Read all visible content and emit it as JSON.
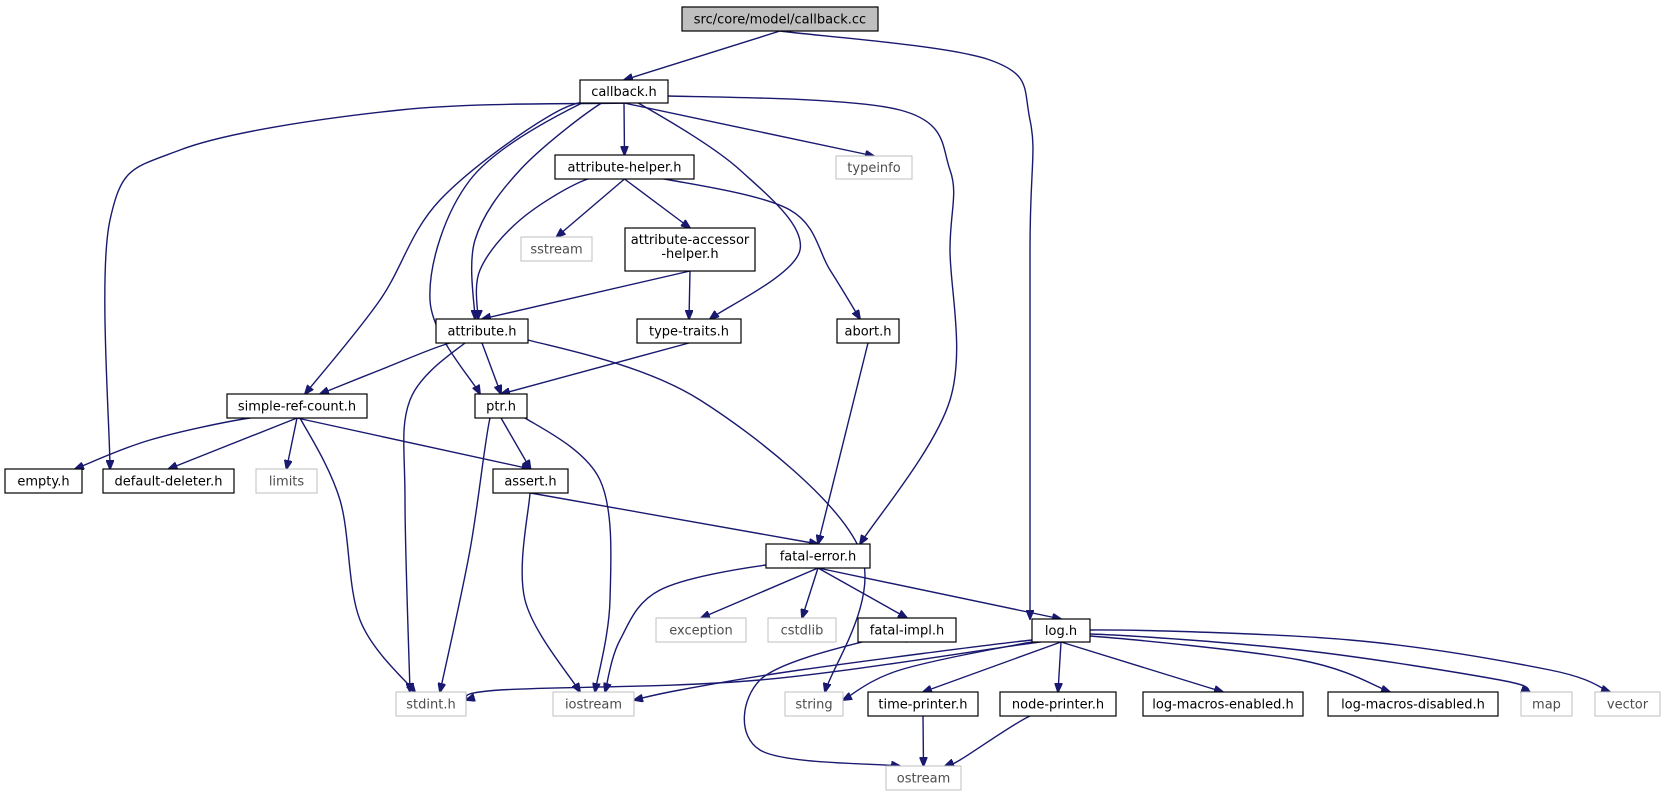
{
  "diagram": {
    "nodes": [
      {
        "id": "callback_cc",
        "label": "src/core/model/callback.cc",
        "kind": "root"
      },
      {
        "id": "callback_h",
        "label": "callback.h",
        "kind": "header"
      },
      {
        "id": "log_h",
        "label": "log.h",
        "kind": "header"
      },
      {
        "id": "attribute_helper_h",
        "label": "attribute-helper.h",
        "kind": "header"
      },
      {
        "id": "typeinfo",
        "label": "typeinfo",
        "kind": "system"
      },
      {
        "id": "sstream",
        "label": "sstream",
        "kind": "system"
      },
      {
        "id": "attribute_accessor_helper_h",
        "label": "attribute-accessor\n-helper.h",
        "kind": "header"
      },
      {
        "id": "attribute_h",
        "label": "attribute.h",
        "kind": "header"
      },
      {
        "id": "type_traits_h",
        "label": "type-traits.h",
        "kind": "header"
      },
      {
        "id": "abort_h",
        "label": "abort.h",
        "kind": "header"
      },
      {
        "id": "simple_ref_count_h",
        "label": "simple-ref-count.h",
        "kind": "header"
      },
      {
        "id": "ptr_h",
        "label": "ptr.h",
        "kind": "header"
      },
      {
        "id": "empty_h",
        "label": "empty.h",
        "kind": "header"
      },
      {
        "id": "default_deleter_h",
        "label": "default-deleter.h",
        "kind": "header"
      },
      {
        "id": "limits",
        "label": "limits",
        "kind": "system"
      },
      {
        "id": "assert_h",
        "label": "assert.h",
        "kind": "header"
      },
      {
        "id": "fatal_error_h",
        "label": "fatal-error.h",
        "kind": "header"
      },
      {
        "id": "exception",
        "label": "exception",
        "kind": "system"
      },
      {
        "id": "cstdlib",
        "label": "cstdlib",
        "kind": "system"
      },
      {
        "id": "fatal_impl_h",
        "label": "fatal-impl.h",
        "kind": "header"
      },
      {
        "id": "stdint_h",
        "label": "stdint.h",
        "kind": "system"
      },
      {
        "id": "iostream",
        "label": "iostream",
        "kind": "system"
      },
      {
        "id": "string",
        "label": "string",
        "kind": "system"
      },
      {
        "id": "time_printer_h",
        "label": "time-printer.h",
        "kind": "header"
      },
      {
        "id": "node_printer_h",
        "label": "node-printer.h",
        "kind": "header"
      },
      {
        "id": "log_macros_enabled_h",
        "label": "log-macros-enabled.h",
        "kind": "header"
      },
      {
        "id": "log_macros_disabled_h",
        "label": "log-macros-disabled.h",
        "kind": "header"
      },
      {
        "id": "map",
        "label": "map",
        "kind": "system"
      },
      {
        "id": "vector",
        "label": "vector",
        "kind": "system"
      },
      {
        "id": "ostream",
        "label": "ostream",
        "kind": "system"
      }
    ],
    "edges": [
      [
        "callback_cc",
        "callback_h"
      ],
      [
        "callback_cc",
        "log_h"
      ],
      [
        "callback_h",
        "attribute_helper_h"
      ],
      [
        "callback_h",
        "typeinfo"
      ],
      [
        "callback_h",
        "empty_h"
      ],
      [
        "callback_h",
        "simple_ref_count_h"
      ],
      [
        "callback_h",
        "ptr_h"
      ],
      [
        "callback_h",
        "attribute_h"
      ],
      [
        "callback_h",
        "type_traits_h"
      ],
      [
        "callback_h",
        "fatal_error_h"
      ],
      [
        "attribute_helper_h",
        "attribute_h"
      ],
      [
        "attribute_helper_h",
        "sstream"
      ],
      [
        "attribute_helper_h",
        "attribute_accessor_helper_h"
      ],
      [
        "attribute_helper_h",
        "abort_h"
      ],
      [
        "attribute_accessor_helper_h",
        "attribute_h"
      ],
      [
        "attribute_accessor_helper_h",
        "type_traits_h"
      ],
      [
        "attribute_h",
        "simple_ref_count_h"
      ],
      [
        "attribute_h",
        "ptr_h"
      ],
      [
        "attribute_h",
        "stdint_h"
      ],
      [
        "attribute_h",
        "string"
      ],
      [
        "type_traits_h",
        "ptr_h"
      ],
      [
        "abort_h",
        "fatal_error_h"
      ],
      [
        "simple_ref_count_h",
        "empty_h"
      ],
      [
        "simple_ref_count_h",
        "default_deleter_h"
      ],
      [
        "simple_ref_count_h",
        "limits"
      ],
      [
        "simple_ref_count_h",
        "assert_h"
      ],
      [
        "simple_ref_count_h",
        "stdint_h"
      ],
      [
        "ptr_h",
        "assert_h"
      ],
      [
        "ptr_h",
        "stdint_h"
      ],
      [
        "ptr_h",
        "iostream"
      ],
      [
        "assert_h",
        "fatal_error_h"
      ],
      [
        "assert_h",
        "iostream"
      ],
      [
        "fatal_error_h",
        "iostream"
      ],
      [
        "fatal_error_h",
        "exception"
      ],
      [
        "fatal_error_h",
        "cstdlib"
      ],
      [
        "fatal_error_h",
        "fatal_impl_h"
      ],
      [
        "fatal_error_h",
        "log_h"
      ],
      [
        "fatal_impl_h",
        "ostream"
      ],
      [
        "log_h",
        "stdint_h"
      ],
      [
        "log_h",
        "iostream"
      ],
      [
        "log_h",
        "string"
      ],
      [
        "log_h",
        "time_printer_h"
      ],
      [
        "log_h",
        "node_printer_h"
      ],
      [
        "log_h",
        "log_macros_enabled_h"
      ],
      [
        "log_h",
        "log_macros_disabled_h"
      ],
      [
        "log_h",
        "map"
      ],
      [
        "log_h",
        "vector"
      ],
      [
        "time_printer_h",
        "ostream"
      ],
      [
        "node_printer_h",
        "ostream"
      ]
    ]
  },
  "colors": {
    "edge": "#191970",
    "root_fill": "#bfbfbf",
    "header_border": "#000000",
    "system_border": "#bfbfbf",
    "system_text": "#4d4d4d"
  }
}
